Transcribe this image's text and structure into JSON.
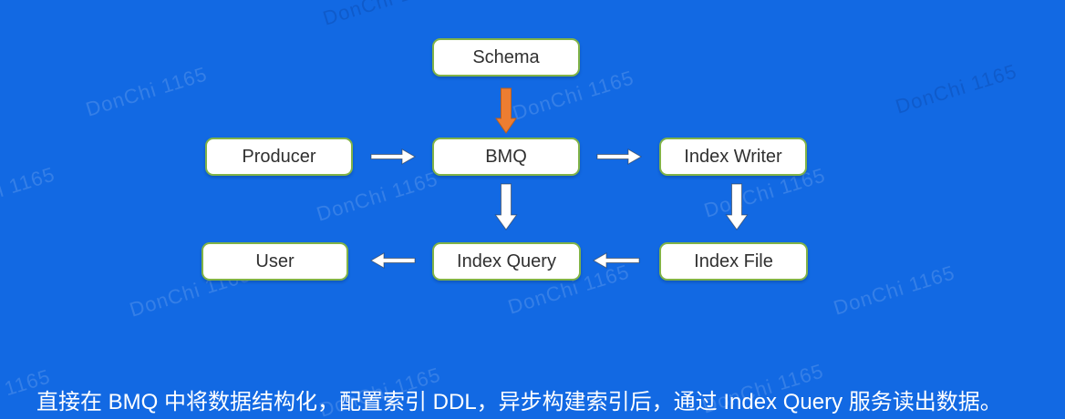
{
  "page": {
    "background_color": "#1269E3"
  },
  "diagram": {
    "nodes": [
      {
        "id": "schema",
        "label": "Schema"
      },
      {
        "id": "producer",
        "label": "Producer"
      },
      {
        "id": "bmq",
        "label": "BMQ"
      },
      {
        "id": "index_writer",
        "label": "Index Writer"
      },
      {
        "id": "user",
        "label": "User"
      },
      {
        "id": "index_query",
        "label": "Index Query"
      },
      {
        "id": "index_file",
        "label": "Index File"
      }
    ],
    "edges": [
      {
        "from": "Schema",
        "to": "BMQ",
        "direction": "down",
        "color": "#ED7D31"
      },
      {
        "from": "Producer",
        "to": "BMQ",
        "direction": "right",
        "color": "#FFFFFF"
      },
      {
        "from": "BMQ",
        "to": "Index Writer",
        "direction": "right",
        "color": "#FFFFFF"
      },
      {
        "from": "BMQ",
        "to": "Index Query",
        "direction": "down",
        "color": "#FFFFFF"
      },
      {
        "from": "Index Writer",
        "to": "Index File",
        "direction": "down",
        "color": "#FFFFFF"
      },
      {
        "from": "Index File",
        "to": "Index Query",
        "direction": "left",
        "color": "#FFFFFF"
      },
      {
        "from": "Index Query",
        "to": "User",
        "direction": "left",
        "color": "#FFFFFF"
      }
    ],
    "node_style": {
      "fill": "#FFFFFF",
      "border_color": "#81B347",
      "text_color": "#303030"
    }
  },
  "caption": {
    "text": "直接在 BMQ 中将数据结构化，配置索引 DDL，异步构建索引后，通过 Index Query 服务读出数据。",
    "color": "#FFFFFF"
  },
  "watermark": {
    "text": "DonChi 1165"
  }
}
